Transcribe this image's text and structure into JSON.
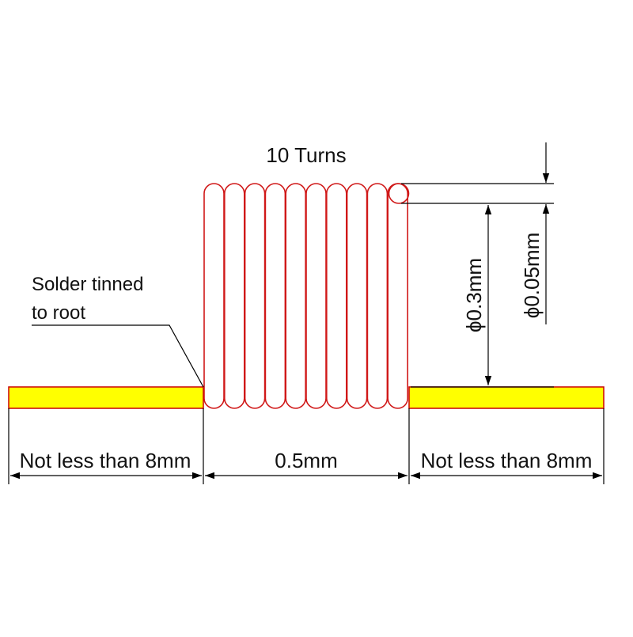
{
  "colors": {
    "coil": "#d01818",
    "lead_fill": "#ffff00",
    "lead_stroke": "#cc0000",
    "dimension": "#000000",
    "background": "#ffffff"
  },
  "coil": {
    "turns_label": "10 Turns"
  },
  "annotation": {
    "solder_line1": "Solder tinned",
    "solder_line2": "to root"
  },
  "dimensions": {
    "left_lead": "Not less than 8mm",
    "coil_length": "0.5mm",
    "right_lead": "Not less than 8mm",
    "coil_diameter": "ϕ0.3mm",
    "wire_diameter": "ϕ0.05mm"
  }
}
